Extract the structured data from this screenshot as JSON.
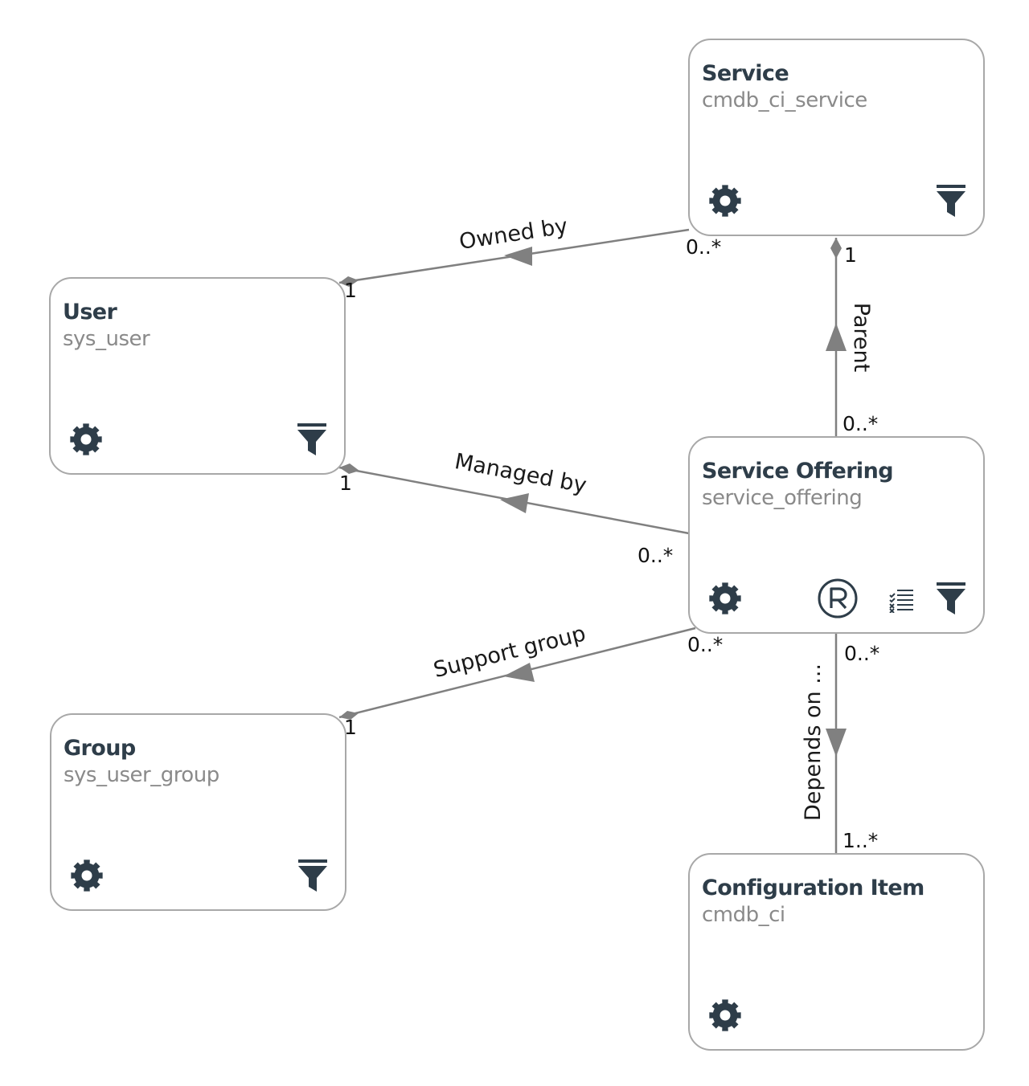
{
  "colors": {
    "node_border": "#a8a8a8",
    "title_text": "#2e3d49",
    "table_text": "#8a8a8a",
    "edge_line": "#808080",
    "icon_fill": "#2e3d49"
  },
  "nodes": {
    "service": {
      "title": "Service",
      "table": "cmdb_ci_service",
      "icons": [
        "gear-icon",
        "filter-icon"
      ]
    },
    "user": {
      "title": "User",
      "table": "sys_user",
      "icons": [
        "gear-icon",
        "filter-icon"
      ]
    },
    "service_offering": {
      "title": "Service Offering",
      "table": "service_offering",
      "icons": [
        "gear-icon",
        "reference-icon",
        "checklist-icon",
        "filter-icon"
      ]
    },
    "group": {
      "title": "Group",
      "table": "sys_user_group",
      "icons": [
        "gear-icon",
        "filter-icon"
      ]
    },
    "configuration_item": {
      "title": "Configuration Item",
      "table": "cmdb_ci",
      "icons": [
        "gear-icon"
      ]
    }
  },
  "edges": {
    "owned_by": {
      "label": "Owned by",
      "from": "Service",
      "to": "User",
      "source_multiplicity": "0..*",
      "target_multiplicity": "1"
    },
    "parent": {
      "label": "Parent",
      "from": "Service Offering",
      "to": "Service",
      "source_multiplicity": "0..*",
      "target_multiplicity": "1"
    },
    "managed_by": {
      "label": "Managed by",
      "from": "Service Offering",
      "to": "User",
      "source_multiplicity": "0..*",
      "target_multiplicity": "1"
    },
    "support_group": {
      "label": "Support group",
      "from": "Service Offering",
      "to": "Group",
      "source_multiplicity": "0..*",
      "target_multiplicity": "1"
    },
    "depends_on": {
      "label": "Depends on ...",
      "from": "Service Offering",
      "to": "Configuration Item",
      "source_multiplicity": "0..*",
      "target_multiplicity": "1..*"
    }
  }
}
